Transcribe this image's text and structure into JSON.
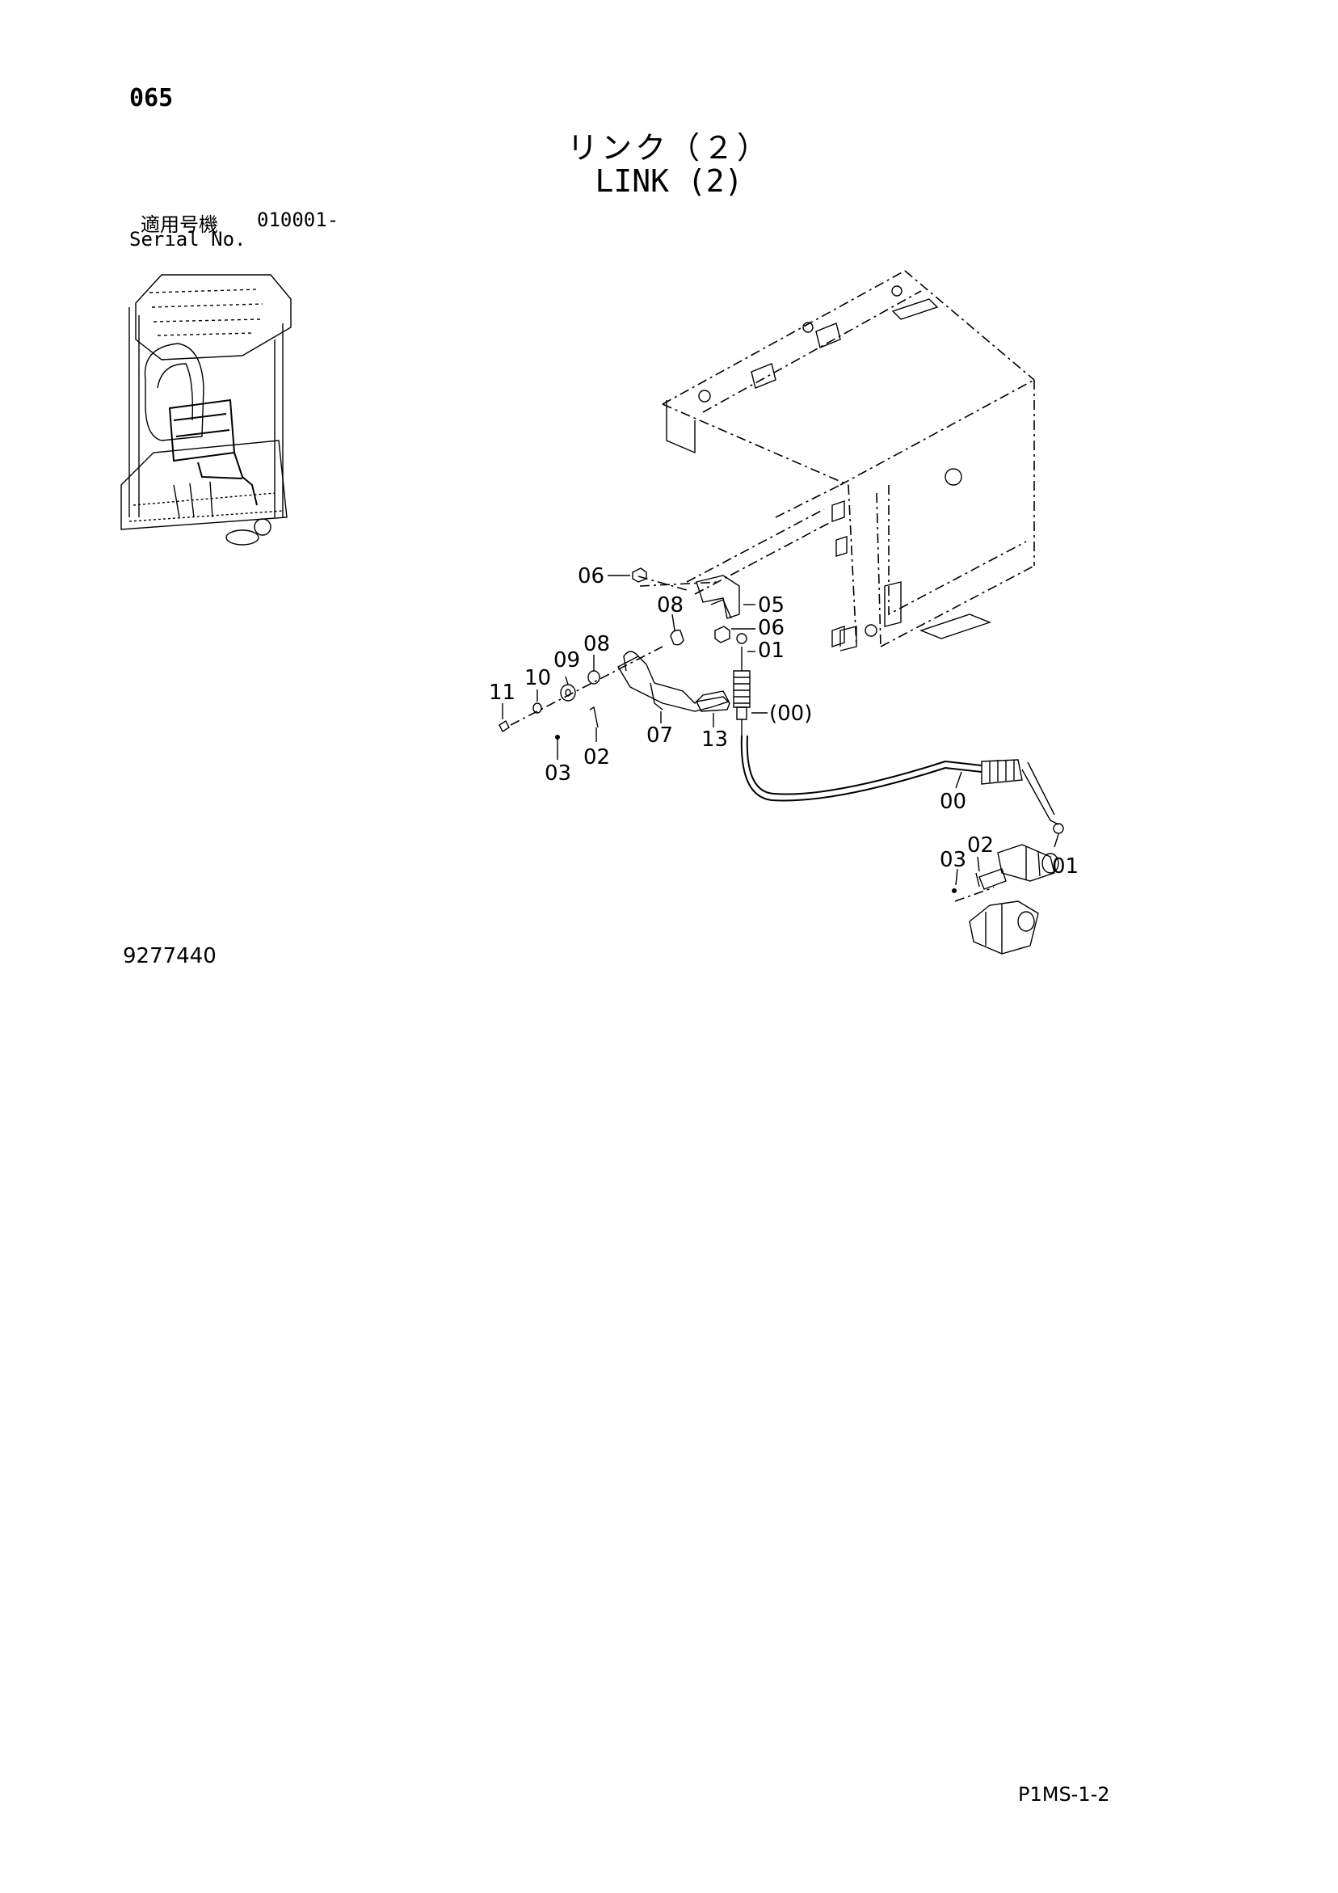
{
  "page_number": "065",
  "title_jp": "リンク（２）",
  "title_en": "LINK (2)",
  "serial": {
    "label_jp": "適用号機",
    "number": "010001-",
    "label_en": "Serial No."
  },
  "callouts": {
    "c06a": "06",
    "c08a": "08",
    "c05": "05",
    "c06b": "06",
    "c01a": "01",
    "c09": "09",
    "c08b": "08",
    "c10": "10",
    "c11": "11",
    "c07": "07",
    "c13": "13",
    "c00p": "(00)",
    "c03a": "03",
    "c02a": "02",
    "c00": "00",
    "c02b": "02",
    "c03b": "03",
    "c01b": "01"
  },
  "drawing_number": "9277440",
  "page_code": "P1MS-1-2"
}
